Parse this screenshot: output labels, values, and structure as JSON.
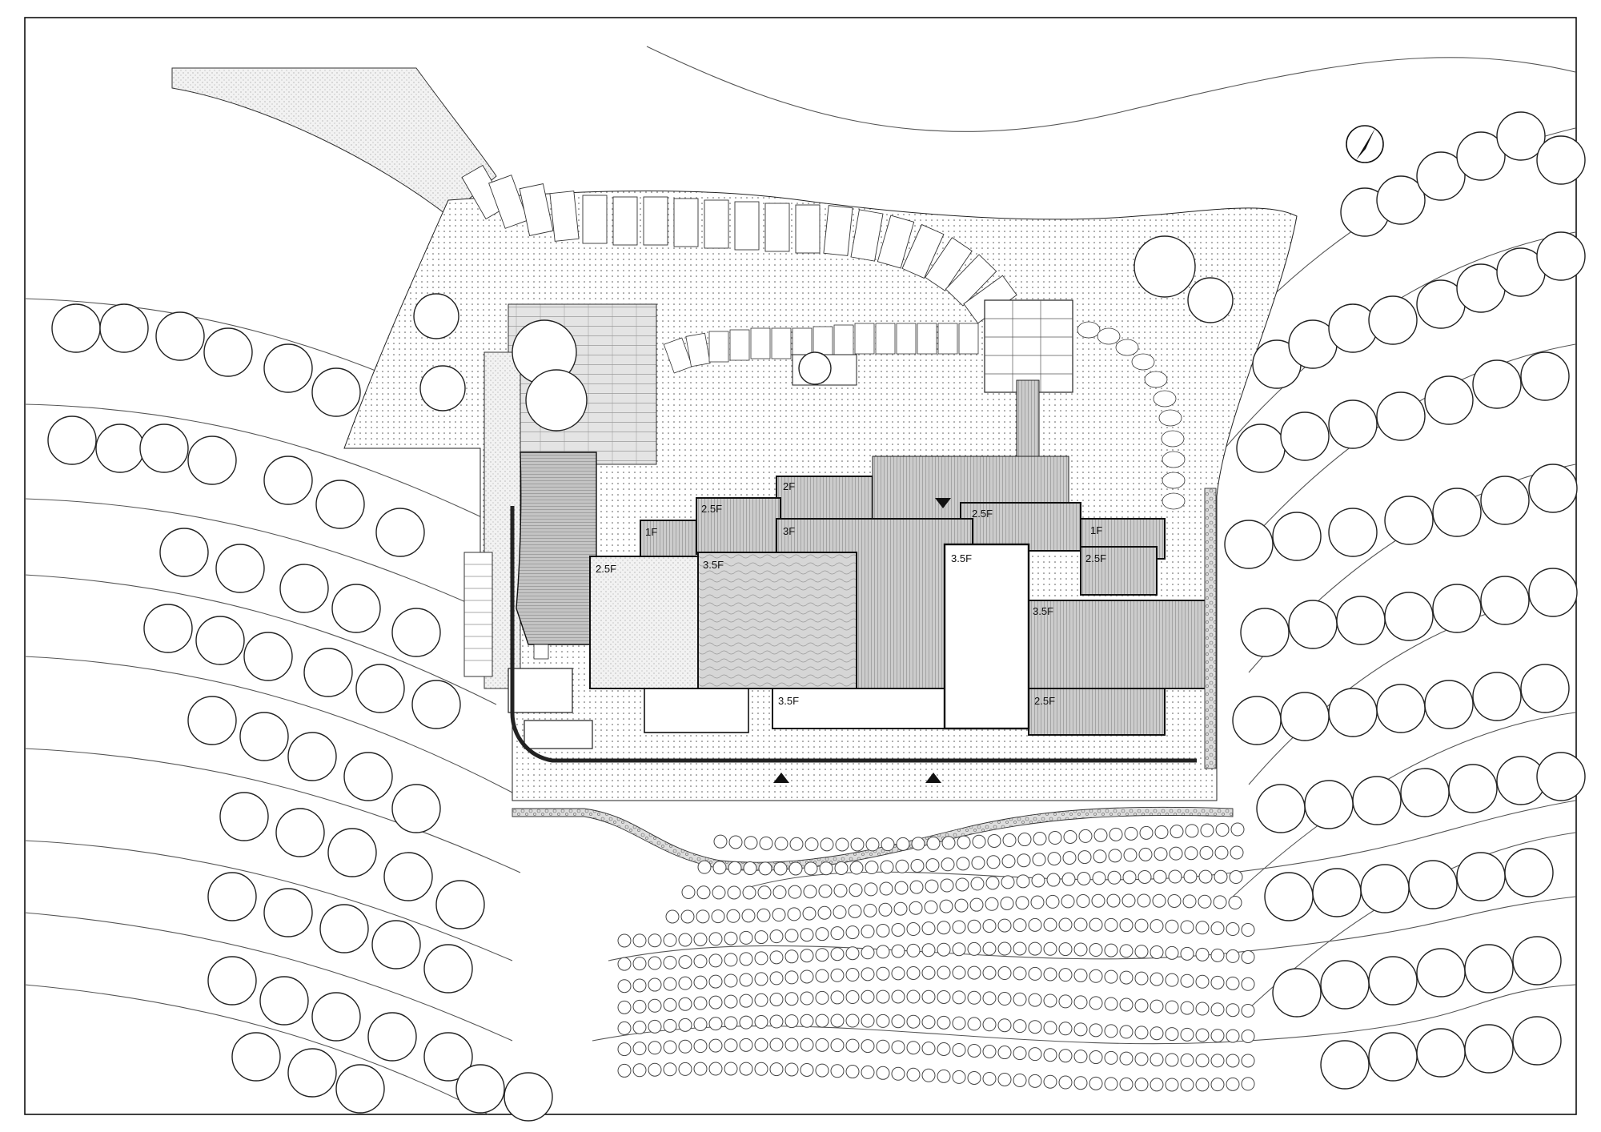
{
  "colors": {
    "ink": "#111111",
    "paper": "#ffffff",
    "roof_fill": "#c8c8c8",
    "paving": "#eeeeee"
  },
  "icons": {
    "north_arrow": "north-arrow-icon",
    "entrance_marker": "entrance-triangle-icon"
  },
  "roof_labels": {
    "r_1f_left": "1F",
    "r_2_5f_top": "2.5F",
    "r_2f": "2F",
    "r_2_5f_right_top": "2.5F",
    "r_1f_right": "1F",
    "r_2_5f_left": "2.5F",
    "r_3_5f_left": "3.5F",
    "r_3f": "3F",
    "r_3_5f_tall": "3.5F",
    "r_2_5f_right": "2.5F",
    "r_3_5f_right": "3.5F",
    "r_3_5f_bottom": "3.5F",
    "r_2_5f_bottom_right": "2.5F"
  }
}
